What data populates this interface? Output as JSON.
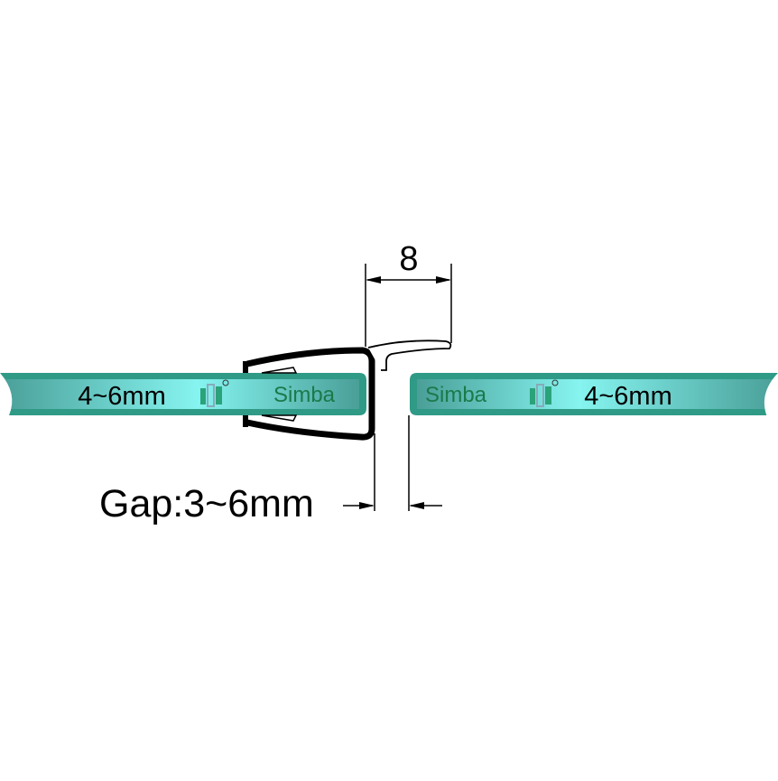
{
  "dimensions": {
    "width_label": "8",
    "gap_label": "Gap:3~6mm"
  },
  "left_glass": {
    "thickness_label": "4~6mm",
    "brand_label": "Simba",
    "logo": "simba-logo-icon"
  },
  "right_glass": {
    "thickness_label": "4~6mm",
    "brand_label": "Simba",
    "logo": "simba-logo-icon"
  },
  "colors": {
    "glass_edge": "#2f9a86",
    "glass_dark": "#4a9f98",
    "glass_light": "#86f4f0",
    "brand_text": "#1a7a4a",
    "seal": "#000000"
  }
}
